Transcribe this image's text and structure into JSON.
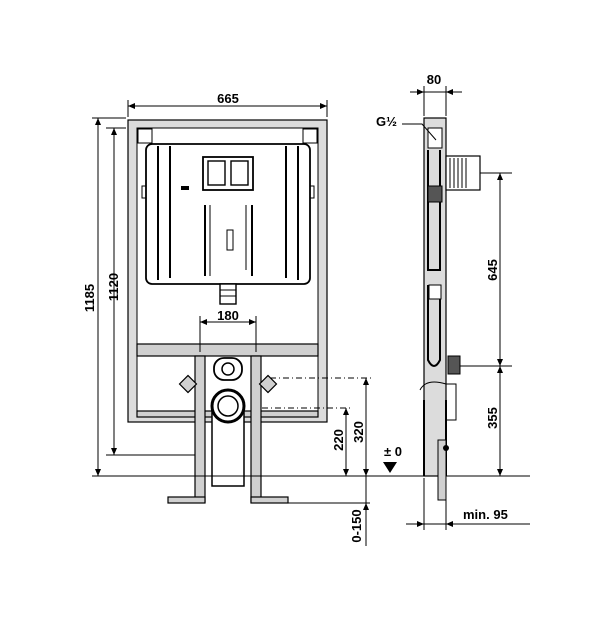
{
  "labels": {
    "width_frame": "665",
    "height_total": "1185",
    "height_frame": "1120",
    "pipe_spacing": "180",
    "drain_height": "220",
    "inlet_height": "320",
    "floor_zero": "± 0",
    "depth_adjust": "0-150",
    "frame_depth": "80",
    "thread": "G½",
    "button_height": "645",
    "bracket_height": "355",
    "min_depth": "min. 95"
  },
  "colors": {
    "frame_fill": "#dcdcdc",
    "line": "#000000"
  }
}
